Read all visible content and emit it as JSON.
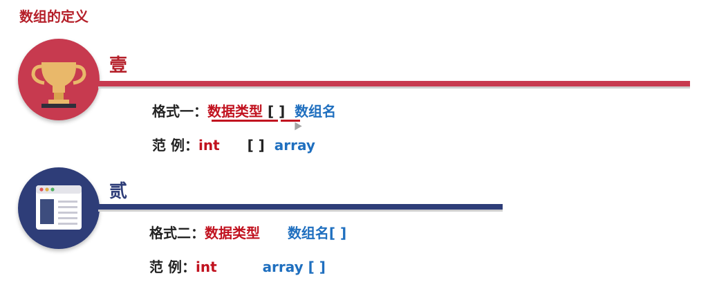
{
  "page": {
    "title": "数组的定义"
  },
  "section1": {
    "label": "壹",
    "icon": "trophy-icon",
    "format_prefix": "格式一：",
    "format_type": "数据类型",
    "format_brackets": "[ ]",
    "format_name": "数组名",
    "example_prefix": "范 例：",
    "example_type": "int",
    "example_brackets": "[ ]",
    "example_name": "array"
  },
  "section2": {
    "label": "贰",
    "icon": "browser-window-icon",
    "format_prefix": "格式二：",
    "format_type": "数据类型",
    "format_name": "数组名[ ]",
    "example_prefix": "范 例：",
    "example_type": "int",
    "example_name": "array [ ]"
  },
  "colors": {
    "red": "#c1121f",
    "blue": "#1f6fbf",
    "section1_accent": "#c73a4f",
    "section2_accent": "#2e3d78"
  }
}
